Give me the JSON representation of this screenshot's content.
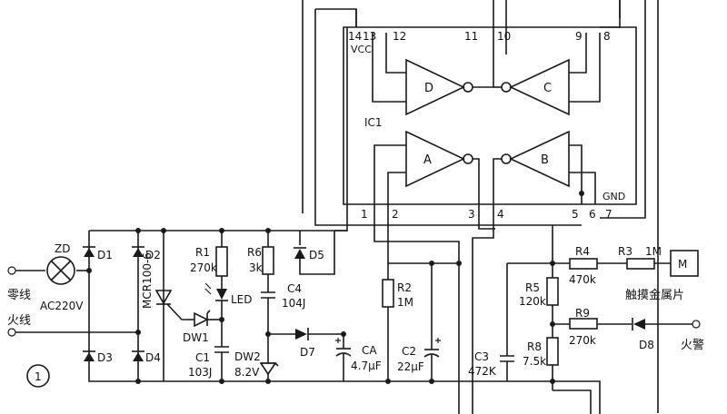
{
  "diagram": {
    "ic": {
      "name": "IC1",
      "vcc": "VCC",
      "gnd": "GND",
      "gates": {
        "a": "A",
        "b": "B",
        "c": "C",
        "d": "D"
      },
      "pins_top": [
        "14",
        "13",
        "12",
        "11",
        "10",
        "9",
        "8"
      ],
      "pins_bottom": [
        "1",
        "2",
        "3",
        "4",
        "5",
        "6",
        "7"
      ]
    },
    "lamp": {
      "ref": "ZD",
      "rating": "AC220V"
    },
    "inputs": {
      "neutral": "零线",
      "live": "火线"
    },
    "marker": "1",
    "thyristor": "MCR100-6",
    "diodes": {
      "d1": "D1",
      "d2": "D2",
      "d3": "D3",
      "d4": "D4",
      "d5": "D5",
      "d7": "D7",
      "d8": "D8"
    },
    "r1": {
      "ref": "R1",
      "value": "270k"
    },
    "r6": {
      "ref": "R6",
      "value": "3k"
    },
    "led": "LED",
    "c4": {
      "ref": "C4",
      "value": "104J"
    },
    "dw1": "DW1",
    "c1": {
      "ref": "C1",
      "value": "103J"
    },
    "dw2": {
      "ref": "DW2",
      "value": "8.2V"
    },
    "ca": {
      "ref": "CA",
      "value": "4.7μF"
    },
    "r2": {
      "ref": "R2",
      "value": "1M"
    },
    "c2": {
      "ref": "C2",
      "value": "22μF"
    },
    "c3": {
      "ref": "C3",
      "value": "472K"
    },
    "r5": {
      "ref": "R5",
      "value": "120k"
    },
    "r8": {
      "ref": "R8",
      "value": "7.5k"
    },
    "r4": {
      "ref": "R4",
      "value": "470k"
    },
    "r3": {
      "ref": "R3",
      "value": "1M"
    },
    "r9": {
      "ref": "R9",
      "value": "270k"
    },
    "motor": "M",
    "touch_plate": "触摸金属片",
    "fire_alarm": "火警"
  }
}
